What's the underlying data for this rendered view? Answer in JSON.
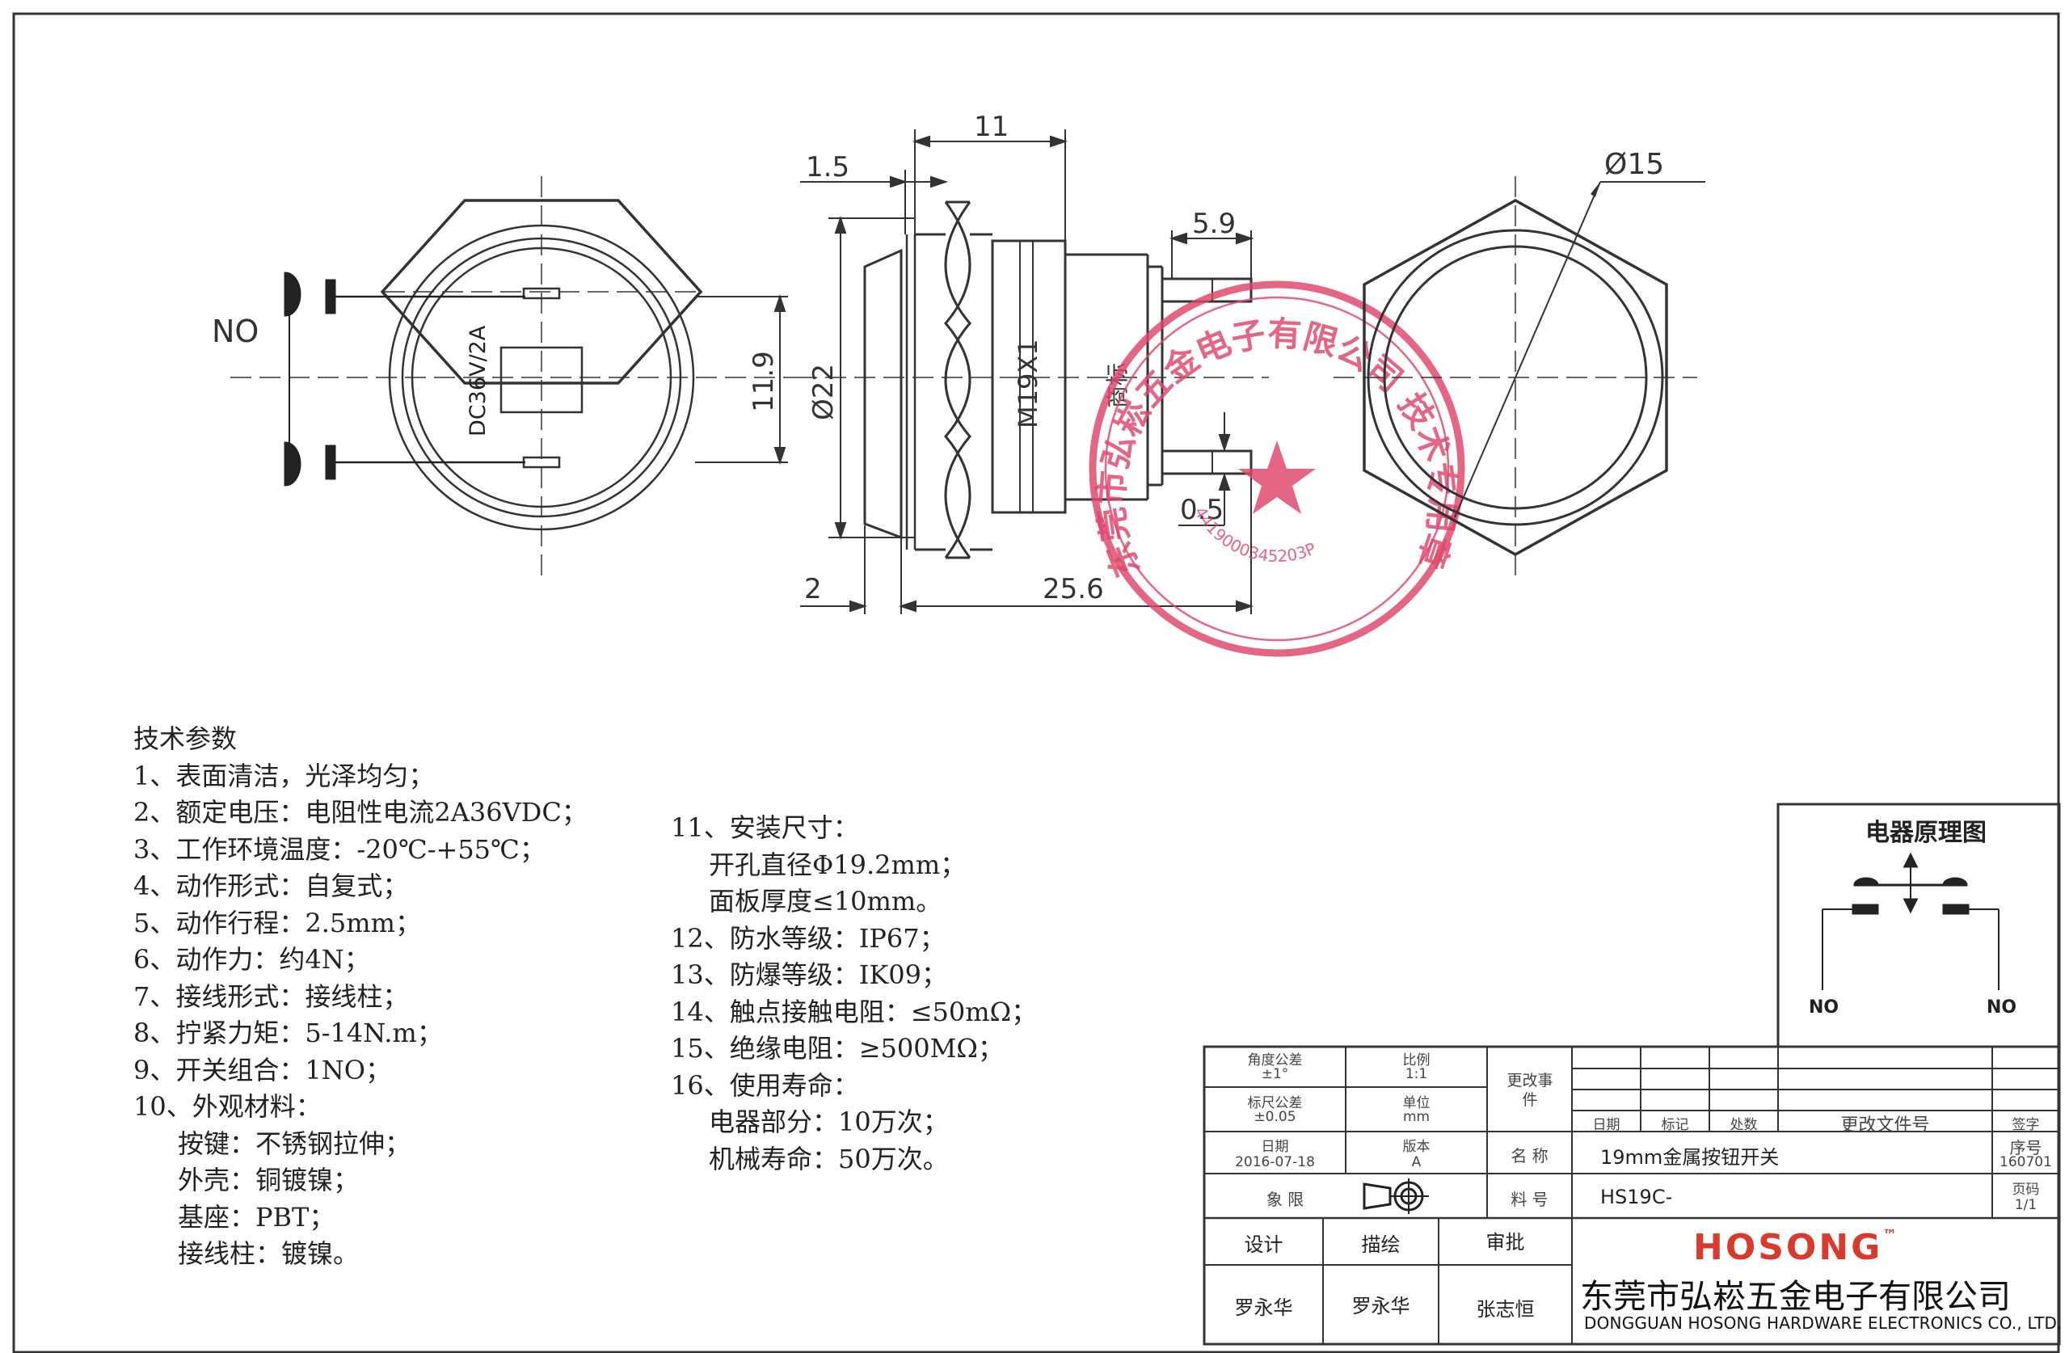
{
  "drawing": {
    "dim_11": "11",
    "dim_1_5": "1.5",
    "dim_5_9": "5.9",
    "dim_phi15": "Ø15",
    "dim_11_9": "11.9",
    "dim_phi22": "Ø22",
    "dim_m19": "M19X1",
    "dim_0_5": "0.5",
    "dim_2": "2",
    "dim_25_6": "25.6",
    "label_no": "NO",
    "rating_marking": "DC36V/2A",
    "trademark": "商标",
    "stamp_text": "东莞市弘崧五金电子有限公司 技术专用章",
    "stamp_code": "4419000345203P",
    "stamp_color": "#e0456a"
  },
  "specs": {
    "heading": "技术参数",
    "col1": [
      "1、表面清洁，光泽均匀；",
      "2、额定电压：电阻性电流2A36VDC；",
      "3、工作环境温度：-20℃-+55℃；",
      "4、动作形式：自复式；",
      "5、动作行程：2.5mm；",
      "6、动作力：约4N；",
      "7、接线形式：接线柱；",
      "8、拧紧力矩：5-14N.m；",
      "9、开关组合：1NO；",
      "10、外观材料："
    ],
    "col1_sub": [
      "按键：不锈钢拉伸；",
      "外壳：铜镀镍；",
      "基座：PBT；",
      "接线柱：镀镍。"
    ],
    "col2": [
      "11、安装尺寸：",
      "开孔直径Φ19.2mm；",
      "面板厚度≤10mm。",
      "12、防水等级：IP67；",
      "13、防爆等级：IK09；",
      "14、触点接触电阻：≤50mΩ；",
      "15、绝缘电阻：≥500MΩ；",
      "16、使用寿命：",
      "电器部分：10万次；",
      "机械寿命：50万次。"
    ]
  },
  "schematic": {
    "title": "电器原理图",
    "no_left": "NO",
    "no_right": "NO"
  },
  "title_block": {
    "angle_tol_label": "角度公差",
    "angle_tol_value": "±1°",
    "scale_label": "比例",
    "scale_value": "1:1",
    "change_label": "更改事件",
    "size_tol_label": "标尺公差",
    "size_tol_value": "±0.05",
    "unit_label": "单位",
    "unit_value": "mm",
    "date_col": "日期",
    "mark_col": "标记",
    "qty_col": "处数",
    "doc_col": "更改文件号",
    "sign_col": "签字",
    "date_label": "日期",
    "date_value": "2016-07-18",
    "version_label": "版本",
    "version_value": "A",
    "name_label": "名 称",
    "name_value": "19mm金属按钮开关",
    "serial_label": "序号",
    "serial_value": "160701",
    "projection_label": "象 限",
    "part_label": "料 号",
    "part_value": "HS19C-",
    "page_label": "页码",
    "page_value": "1/1",
    "design_label": "设计",
    "draw_label": "描绘",
    "approve_label": "审批",
    "designer": "罗永华",
    "drawer": "罗永华",
    "approver": "张志恒",
    "brand": "HOSONG",
    "brand_tm": "™",
    "brand_color": "#d93a2e",
    "company_cn": "东莞市弘崧五金电子有限公司",
    "company_en": "DONGGUAN HOSONG HARDWARE ELECTRONICS CO., LTD."
  }
}
